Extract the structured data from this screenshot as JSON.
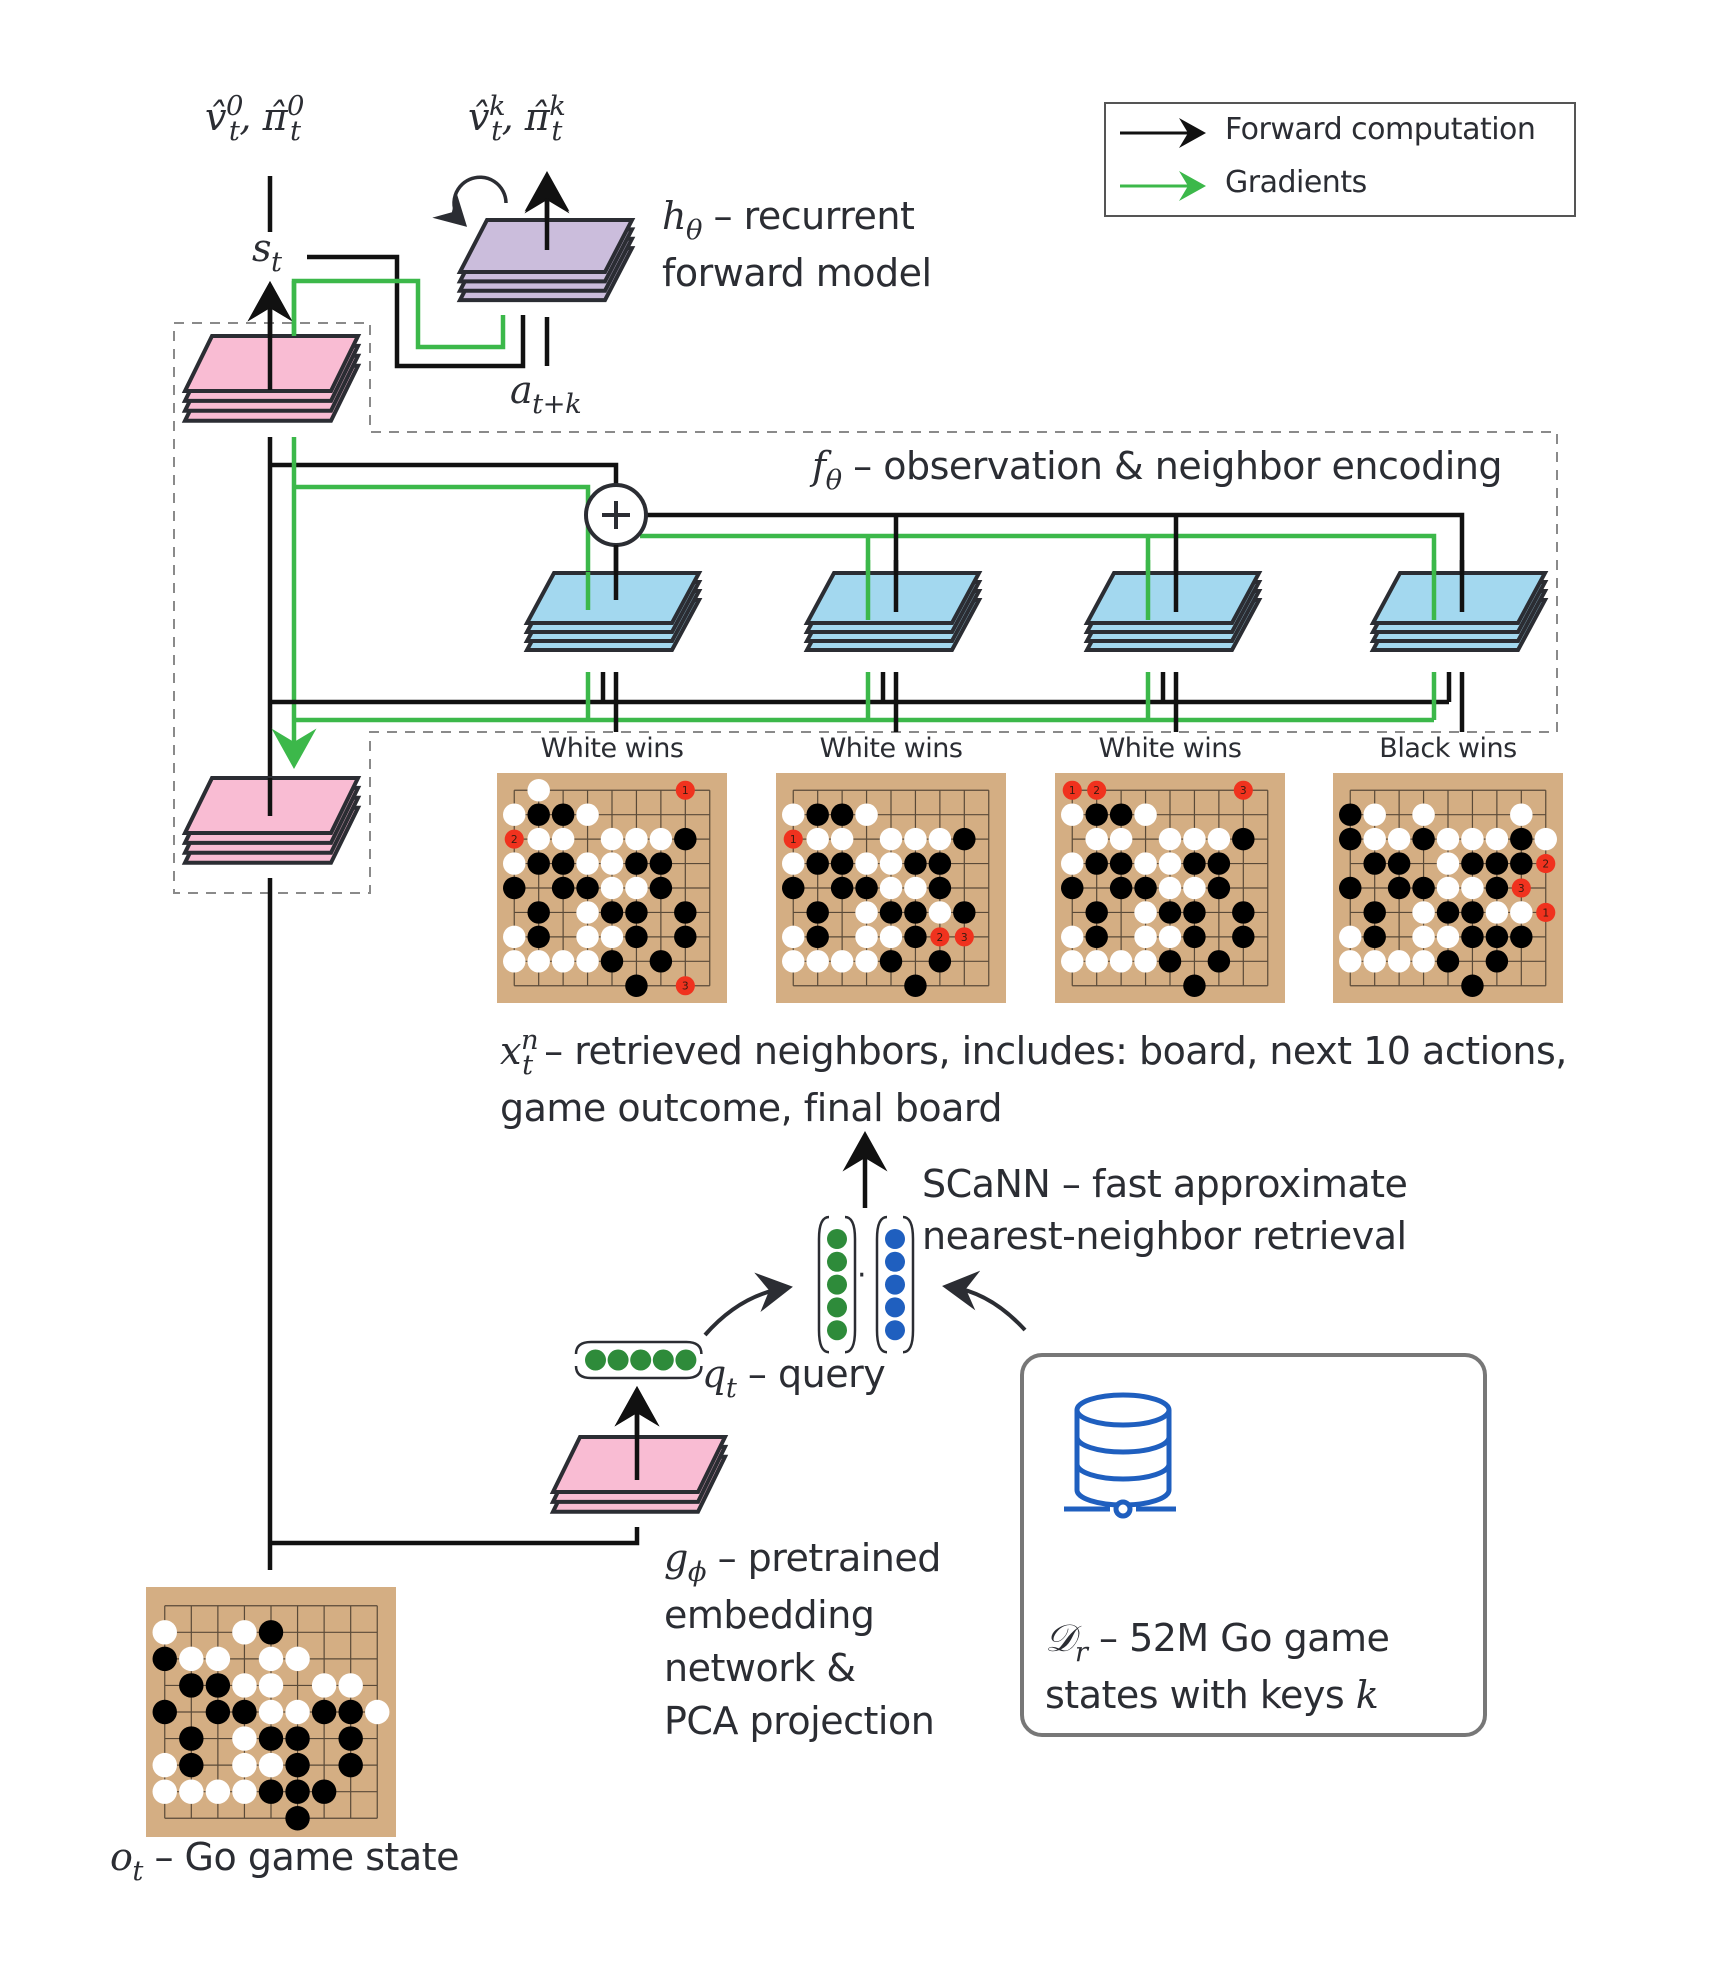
{
  "legend": {
    "items": [
      {
        "label": "Forward computation",
        "color": "#000000"
      },
      {
        "label": "Gradients",
        "color": "#3cb84a"
      }
    ]
  },
  "colors": {
    "forward": "#111111",
    "gradient": "#3cb84a",
    "pink_layer": "#f9bcd3",
    "purple_layer": "#cbbddc",
    "blue_layer": "#a3d8ef",
    "board": "#d4ae83",
    "red_move": "#f0321e",
    "query_dot": "#2e8b3a",
    "key_dot": "#1f5fbf",
    "database_icon": "#1f5fbf",
    "outline": "#2b2d33"
  },
  "outputs": {
    "initial": {
      "v": "v̂",
      "pi": "π̂",
      "sup": "0",
      "sub": "t"
    },
    "step": {
      "v": "v̂",
      "pi": "π̂",
      "sup": "k",
      "sub": "t"
    }
  },
  "state_label": {
    "sym": "s",
    "sub": "t"
  },
  "action_label": {
    "sym": "a",
    "sub": "t+k"
  },
  "recurrent_model": {
    "sym": "h",
    "sub": "θ",
    "line1": " – recurrent",
    "line2": "forward model"
  },
  "encoder": {
    "sym": "f",
    "sub": "θ",
    "text": " – observation & neighbor encoding"
  },
  "neighbors": {
    "sym": "x",
    "sup": "n",
    "sub": "t",
    "line1": "– retrieved neighbors, includes: board, next 10 actions,",
    "line2": "game outcome, final board",
    "boards": [
      {
        "outcome": "White wins",
        "stones": [
          ".W.....1.",
          "WBBW.....",
          "2WW.WWWB.",
          "WBBWWBB..",
          "B.BBWWB..",
          ".B.WBB.B.",
          "WB.WWB.B.",
          "WWWWB.B..",
          ".....B.3."
        ]
      },
      {
        "outcome": "White wins",
        "stones": [
          ".........",
          "WBBW.....",
          "1WW.WWWB.",
          "WBBWWBB..",
          "B.BBWWB..",
          ".B.WBBWB.",
          "WB.WWB23.",
          "WWWWB.B..",
          ".....B..."
        ]
      },
      {
        "outcome": "White wins",
        "stones": [
          "12.....3.",
          "WBBW.....",
          ".WW.WWWB.",
          "WBBWWBB..",
          "B.BBWWB..",
          ".B.WBB.B.",
          "WB.WWB.B.",
          "WWWWB.B..",
          ".....B..."
        ]
      },
      {
        "outcome": "Black wins",
        "stones": [
          ".........",
          "BW.W...W.",
          "BWWBWWWBW",
          ".BB.WBBB2",
          "B.BBWWB3.",
          ".B.WBBWW1",
          "WB.WWBBB.",
          "WWWWB.B..",
          ".....B..."
        ]
      }
    ]
  },
  "retrieval": {
    "line1": "SCaNN – fast approximate",
    "line2": "nearest-neighbor retrieval",
    "dot_operator": "·",
    "vector_length": 5
  },
  "query": {
    "sym": "q",
    "sub": "t",
    "text": " – query"
  },
  "embedding": {
    "sym": "g",
    "sub": "ϕ",
    "lines": [
      " – pretrained",
      "embedding",
      "network &",
      "PCA projection"
    ]
  },
  "database": {
    "sym": "𝒟",
    "sub": "r",
    "line1": " – 52M Go game",
    "line2": "states with keys ",
    "key_sym": "k",
    "icon": "database-icon"
  },
  "observation": {
    "sym": "o",
    "sub": "t",
    "text": " – Go game state",
    "stones": [
      ".........",
      "W..WB....",
      "BWW.WW...",
      ".BBWW.WW.",
      "B.BBWWBBW",
      ".B.WBB.B.",
      "WB.WWB.B.",
      "WWWWBBB..",
      ".....B..."
    ]
  }
}
